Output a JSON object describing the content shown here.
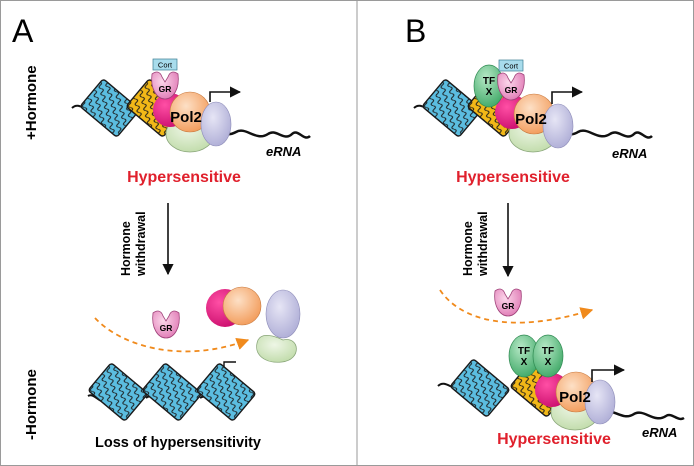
{
  "panel_a": {
    "letter": "A",
    "plus_hormone": "+Hormone",
    "minus_hormone": "-Hormone",
    "hypersensitive": "Hypersensitive",
    "arrow_label_1": "Hormone",
    "arrow_label_2": "withdrawal",
    "loss": "Loss of hypersensitivity",
    "cort": "Cort",
    "gr": "GR",
    "pol2": "Pol2",
    "erna": "eRNA"
  },
  "panel_b": {
    "letter": "B",
    "hypersensitive_top": "Hypersensitive",
    "hypersensitive_bottom": "Hypersensitive",
    "arrow_label_1": "Hormone",
    "arrow_label_2": "withdrawal",
    "cort": "Cort",
    "gr": "GR",
    "tf_1": "TF",
    "tf_2": "X",
    "pol2": "Pol2",
    "erna": "eRNA"
  },
  "colors": {
    "hypersensitive_red": "#e0202c",
    "nucleosome_blue": "#5bbde0",
    "nucleosome_gold": "#f2b817",
    "gr_pink": "#e890c4",
    "magenta": "#e0147a",
    "pol2_orange": "#f7b27a",
    "lavender": "#c6c5e3",
    "pale_green": "#d5e8c4",
    "tf_green": "#6cc48c",
    "cort_box": "#a8dcec",
    "dashed_orange": "#f08a1c"
  }
}
